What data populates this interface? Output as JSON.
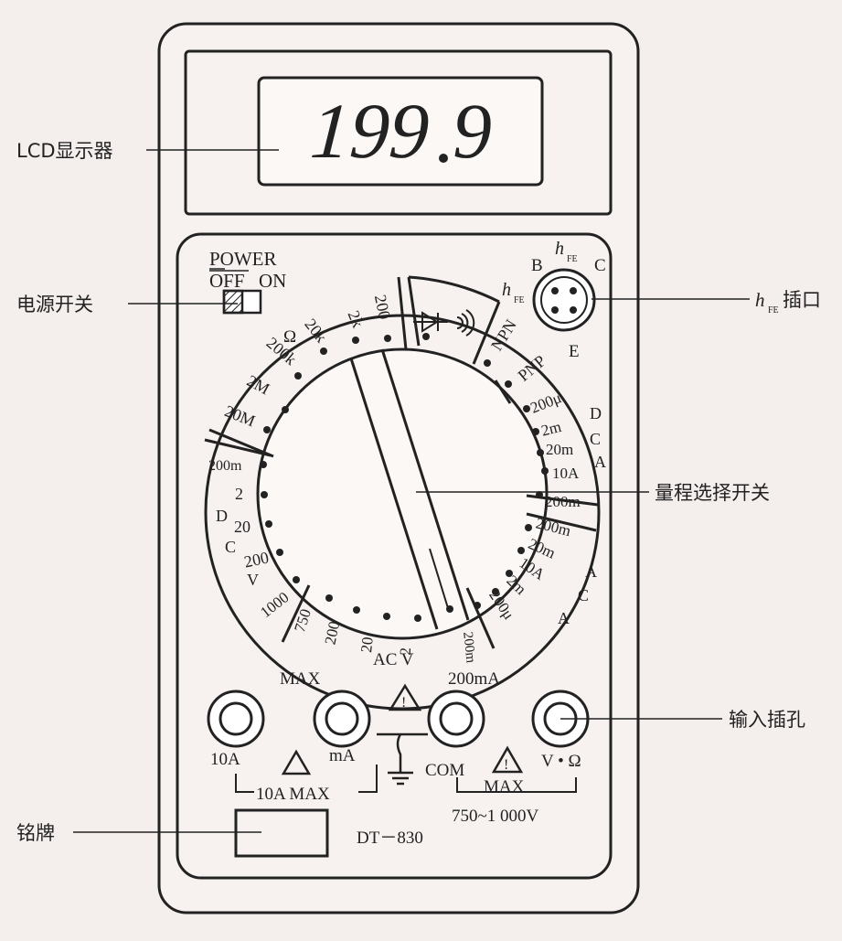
{
  "lcd": {
    "digits": "199",
    "decimal": "9"
  },
  "power": {
    "title": "POWER",
    "off": "OFF",
    "on": "ON"
  },
  "callouts": {
    "lcd": "LCD显示器",
    "power": "电源开关",
    "hfe_h": "h",
    "hfe_sub": "FE",
    "hfe_rest": "插口",
    "selector": "量程选择开关",
    "jacks": "输入插孔",
    "nameplate": "铭牌"
  },
  "hfe": {
    "top_h": "h",
    "top_sub": "FE",
    "side_h": "h",
    "side_sub": "FE",
    "B": "B",
    "C": "C",
    "E": "E",
    "NPN": "NPN",
    "PNP": "PNP"
  },
  "dial": {
    "ohm": [
      "200",
      "2k",
      "20k",
      "200k",
      "2M",
      "20M"
    ],
    "ohm_symbol": "Ω",
    "dcv": [
      "200m",
      "2",
      "20",
      "200",
      "1000"
    ],
    "dcv_side": [
      "D",
      "C",
      "V"
    ],
    "acv": [
      "750",
      "200",
      "20",
      "2",
      "200m"
    ],
    "acv_label": "AC V",
    "aca": [
      "200m",
      "20m",
      "10A",
      "2m",
      "200μ"
    ],
    "aca_side": [
      "A",
      "C",
      "A"
    ],
    "dca": [
      "200μ",
      "2m",
      "20m",
      "10A",
      "200m"
    ],
    "dca_side": [
      "D",
      "C",
      "A"
    ]
  },
  "jacks": {
    "max_label": "MAX",
    "ma_top": "200mA",
    "j10a": "10A",
    "jma": "mA",
    "jcom": "COM",
    "jvo": "V • Ω",
    "max10": "10A MAX",
    "max_right": "MAX",
    "voltage": "750~1 000V",
    "warning_mark": "!"
  },
  "model": "DT－830"
}
